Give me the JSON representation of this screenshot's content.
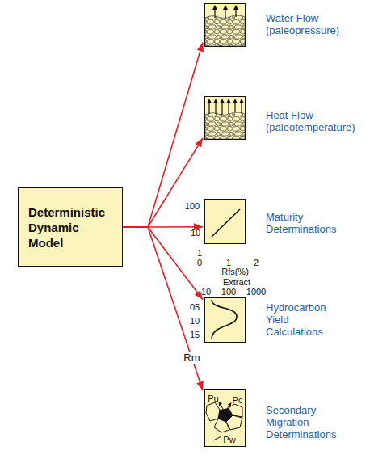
{
  "diagram": {
    "nodes": [
      {
        "text": [
          "Deterministic Dynamic Model"
        ]
      },
      {
        "text": [
          "Water Flow (paleopressure)"
        ]
      },
      {
        "text": [
          "Heat Flow (paleotemperature)"
        ]
      },
      {
        "text": [
          "Maturity Determinations"
        ]
      },
      {
        "text": [
          "Hydrocarbon Yield Calculations"
        ]
      },
      {
        "text": [
          "Secondary Migration Determinations"
        ]
      }
    ],
    "edges": [
      {
        "from": 0,
        "to": 1,
        "arrow": "to"
      },
      {
        "from": 0,
        "to": 2,
        "arrow": "to"
      },
      {
        "from": 0,
        "to": 3,
        "arrow": "to"
      },
      {
        "from": 0,
        "to": 4,
        "arrow": "to"
      },
      {
        "from": 0,
        "to": 5,
        "label": "Rm",
        "arrow": "to"
      }
    ],
    "labels": [
      "100",
      "10",
      "1",
      "0",
      "1",
      "2",
      "Rfs(%)",
      "Extract",
      "10",
      "100",
      "1000",
      "05",
      "10",
      "15",
      "Pu",
      "Pc",
      "Pw"
    ]
  }
}
